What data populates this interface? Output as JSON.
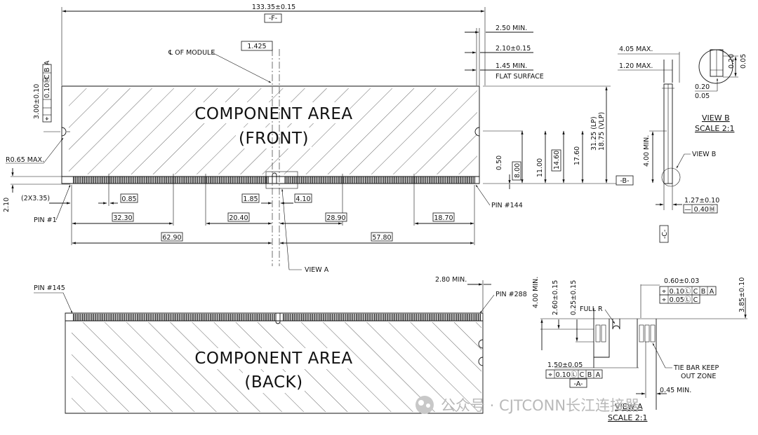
{
  "front": {
    "area_line1": "COMPONENT AREA",
    "area_line2": "(FRONT)",
    "overall_length": "133.35±0.15",
    "datum_f": "-F-",
    "centerline_label": "℄ OF MODULE",
    "dim_1425": "1.425",
    "dim_250": "2.50 MIN.",
    "dim_210": "2.10±0.15",
    "dim_145": "1.45 MIN.",
    "flat_surface": "FLAT SURFACE",
    "thickness": "3.00±0.10",
    "fcf_top": [
      "⌖",
      "0.10Ⓜ",
      "C",
      "B",
      "A"
    ],
    "r065": "R0.65 MAX.",
    "dim_050": "0.50",
    "dim_800": "8.00",
    "dim_1100": "11.00",
    "dim_1460": "14.60",
    "dim_1760": "17.60",
    "dim_3125": "31.25 (LP)",
    "dim_1875": "18.75 (VLP)",
    "datum_b": "-B-",
    "dim_2x335": "(2X3.35)",
    "dim_085": "0.85",
    "dim_185": "1.85",
    "dim_410": "4.10",
    "dim_210b": "2.10",
    "pin1": "PIN #1",
    "pin144": "PIN #144",
    "dim_3230": "32.30",
    "dim_2040": "20.40",
    "dim_2890": "28.90",
    "dim_1870": "18.70",
    "dim_6290": "62.90",
    "dim_5780": "57.80",
    "view_a_callout": "VIEW A"
  },
  "side": {
    "dim_405": "4.05 MAX.",
    "dim_120": "1.20 MAX.",
    "dim_400": "4.00 MIN.",
    "view_b_callout": "VIEW B",
    "dim_127": "1.27±0.10",
    "fcf": [
      "—",
      "0.40Ⓜ"
    ],
    "datum_c": "-C-"
  },
  "view_b": {
    "dim_020a": "0.20",
    "dim_005a": "0.05",
    "dim_020b": "0.20",
    "dim_005b": "0.05",
    "title": "VIEW B",
    "scale": "SCALE 2:1"
  },
  "back": {
    "area_line1": "COMPONENT AREA",
    "area_line2": "(BACK)",
    "pin145": "PIN #145",
    "pin288": "PIN #288",
    "dim_280": "2.80 MIN."
  },
  "view_a": {
    "dim_400": "4.00 MIN.",
    "dim_260": "2.60±0.15",
    "dim_025": "0.25±0.15",
    "full_r": "FULL R",
    "dim_060": "0.60±0.03",
    "fcf1": [
      "⌖",
      "0.10Ⓛ",
      "C",
      "B",
      "A"
    ],
    "fcf2": [
      "⌖",
      "0.05Ⓛ",
      "C"
    ],
    "dim_385": "3.85±0.10",
    "dim_150": "1.50±0.05",
    "fcf3": [
      "⌖",
      "0.10Ⓛ",
      "C",
      "B",
      "A"
    ],
    "datum_a": "-A-",
    "tie_bar_1": "TIE BAR KEEP",
    "tie_bar_2": "OUT ZONE",
    "dim_045": "0.45 MIN.",
    "title": "VIEW A",
    "scale": "SCALE 2:1"
  },
  "watermark": "公众号 · CJTCONN长江连接器"
}
